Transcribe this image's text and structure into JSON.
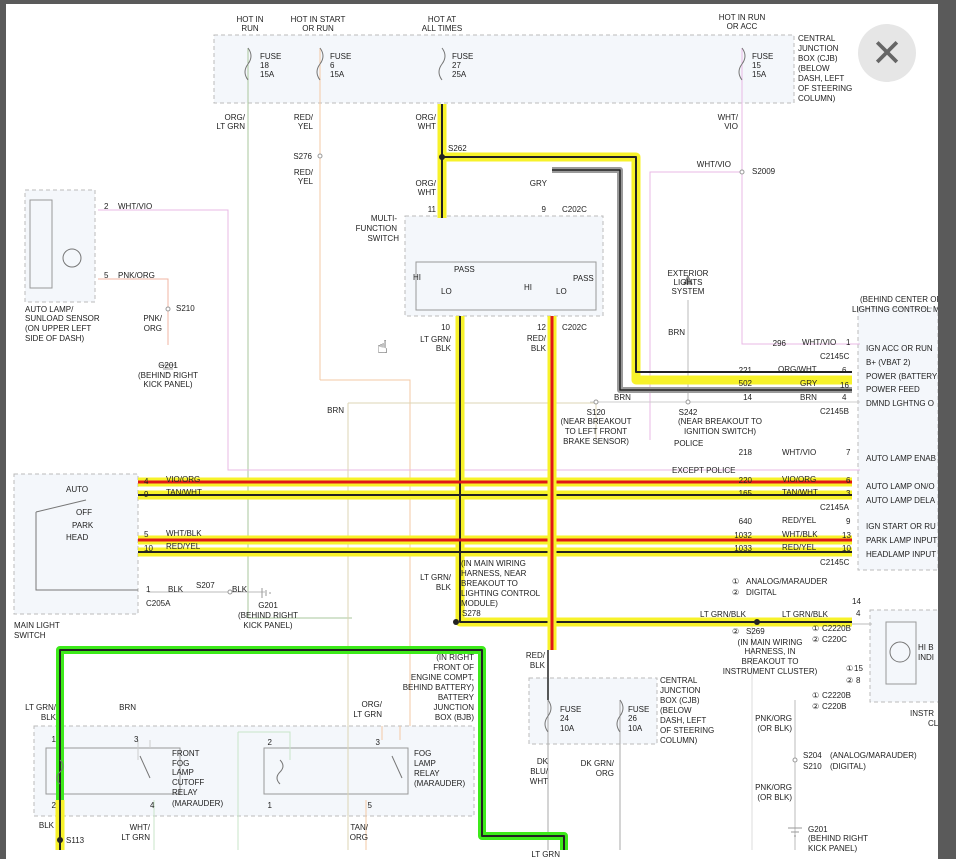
{
  "ui": {
    "close_glyph": "✕",
    "cursor_glyph": "☝"
  },
  "colors": {
    "highlight_yellow": "#f7f22a",
    "highlight_red": "#e01818",
    "highlight_green": "#3dea1a",
    "highlight_gray": "#9a9a9a",
    "wire": "#222222"
  },
  "labels": [
    {
      "id": "t1",
      "text": "HOT IN"
    },
    {
      "id": "t2",
      "text": "RUN"
    },
    {
      "id": "t3",
      "text": "HOT IN START"
    },
    {
      "id": "t4",
      "text": "OR RUN"
    },
    {
      "id": "t5",
      "text": "HOT AT"
    },
    {
      "id": "t6",
      "text": "ALL TIMES"
    },
    {
      "id": "t7",
      "text": "HOT IN RUN"
    },
    {
      "id": "t8",
      "text": "OR ACC"
    },
    {
      "id": "f18a",
      "text": "FUSE"
    },
    {
      "id": "f18b",
      "text": "18"
    },
    {
      "id": "f18c",
      "text": "15A"
    },
    {
      "id": "f6a",
      "text": "FUSE"
    },
    {
      "id": "f6b",
      "text": "6"
    },
    {
      "id": "f6c",
      "text": "15A"
    },
    {
      "id": "f27a",
      "text": "FUSE"
    },
    {
      "id": "f27b",
      "text": "27"
    },
    {
      "id": "f27c",
      "text": "25A"
    },
    {
      "id": "f15a",
      "text": "FUSE"
    },
    {
      "id": "f15b",
      "text": "15"
    },
    {
      "id": "f15c",
      "text": "15A"
    },
    {
      "id": "cjb1",
      "text": "CENTRAL"
    },
    {
      "id": "cjb2",
      "text": "JUNCTION"
    },
    {
      "id": "cjb3",
      "text": "BOX (CJB)"
    },
    {
      "id": "cjb4",
      "text": "(BELOW"
    },
    {
      "id": "cjb5",
      "text": "DASH, LEFT"
    },
    {
      "id": "cjb6",
      "text": "OF STEERING"
    },
    {
      "id": "cjb7",
      "text": "COLUMN)"
    },
    {
      "id": "w1",
      "text": "ORG/"
    },
    {
      "id": "w2",
      "text": "LT GRN"
    },
    {
      "id": "w3",
      "text": "RED/"
    },
    {
      "id": "w4",
      "text": "YEL"
    },
    {
      "id": "w5",
      "text": "ORG/"
    },
    {
      "id": "w6",
      "text": "WHT"
    },
    {
      "id": "w7",
      "text": "WHT/"
    },
    {
      "id": "w8",
      "text": "VIO"
    },
    {
      "id": "s262",
      "text": "S262"
    },
    {
      "id": "s276",
      "text": "S276"
    },
    {
      "id": "w9",
      "text": "RED/"
    },
    {
      "id": "w10",
      "text": "YEL"
    },
    {
      "id": "w11",
      "text": "WHT/VIO"
    },
    {
      "id": "s2009",
      "text": "S2009"
    },
    {
      "id": "w12",
      "text": "ORG/"
    },
    {
      "id": "w13",
      "text": "WHT"
    },
    {
      "id": "w14",
      "text": "GRY"
    },
    {
      "id": "p2",
      "text": "2"
    },
    {
      "id": "w15",
      "text": "WHT/VIO"
    },
    {
      "id": "p5",
      "text": "5"
    },
    {
      "id": "w16",
      "text": "PNK/ORG"
    },
    {
      "id": "als1",
      "text": "AUTO LAMP/"
    },
    {
      "id": "als2",
      "text": "SUNLOAD SENSOR"
    },
    {
      "id": "als3",
      "text": "(ON UPPER LEFT"
    },
    {
      "id": "als4",
      "text": "SIDE OF DASH)"
    },
    {
      "id": "w17",
      "text": "PNK/"
    },
    {
      "id": "w18",
      "text": "ORG"
    },
    {
      "id": "s210",
      "text": "S210"
    },
    {
      "id": "g1",
      "text": "G201"
    },
    {
      "id": "g2",
      "text": "(BEHIND RIGHT"
    },
    {
      "id": "g3",
      "text": "KICK PANEL)"
    },
    {
      "id": "mfs1",
      "text": "MULTI-"
    },
    {
      "id": "mfs2",
      "text": "FUNCTION"
    },
    {
      "id": "mfs3",
      "text": "SWITCH"
    },
    {
      "id": "p11",
      "text": "11"
    },
    {
      "id": "p9",
      "text": "9"
    },
    {
      "id": "c202c",
      "text": "C202C"
    },
    {
      "id": "hi1",
      "text": "HI"
    },
    {
      "id": "pass1",
      "text": "PASS"
    },
    {
      "id": "lo1",
      "text": "LO"
    },
    {
      "id": "hi2",
      "text": "HI"
    },
    {
      "id": "lo2",
      "text": "LO"
    },
    {
      "id": "pass2",
      "text": "PASS"
    },
    {
      "id": "p10",
      "text": "10"
    },
    {
      "id": "p12",
      "text": "12"
    },
    {
      "id": "c202c2",
      "text": "C202C"
    },
    {
      "id": "w19",
      "text": "LT GRN/"
    },
    {
      "id": "w20",
      "text": "BLK"
    },
    {
      "id": "w21",
      "text": "RED/"
    },
    {
      "id": "w22",
      "text": "BLK"
    },
    {
      "id": "els1",
      "text": "EXTERIOR"
    },
    {
      "id": "els2",
      "text": "LIGHTS"
    },
    {
      "id": "els3",
      "text": "SYSTEM"
    },
    {
      "id": "brn1",
      "text": "BRN"
    },
    {
      "id": "lcm1",
      "text": "(BEHIND CENTER OF"
    },
    {
      "id": "lcm2",
      "text": "LIGHTING CONTROL M"
    },
    {
      "id": "n296",
      "text": "296"
    },
    {
      "id": "w23",
      "text": "WHT/VIO"
    },
    {
      "id": "pn1",
      "text": "1"
    },
    {
      "id": "c2145c",
      "text": "C2145C"
    },
    {
      "id": "ig1",
      "text": "IGN ACC OR RUN"
    },
    {
      "id": "bp",
      "text": "B+ (VBAT 2)"
    },
    {
      "id": "n221",
      "text": "221"
    },
    {
      "id": "w24",
      "text": "ORG/WHT"
    },
    {
      "id": "pn6",
      "text": "6"
    },
    {
      "id": "pwb",
      "text": "POWER (BATTERY"
    },
    {
      "id": "n502",
      "text": "502"
    },
    {
      "id": "w25",
      "text": "GRY"
    },
    {
      "id": "pn16",
      "text": "16"
    },
    {
      "id": "pwf",
      "text": "POWER FEED"
    },
    {
      "id": "n14",
      "text": "14"
    },
    {
      "id": "w26",
      "text": "BRN"
    },
    {
      "id": "pn4",
      "text": "4"
    },
    {
      "id": "dmnd",
      "text": "DMND LGHTNG O"
    },
    {
      "id": "c2145b",
      "text": "C2145B"
    },
    {
      "id": "brn2",
      "text": "BRN"
    },
    {
      "id": "brn3",
      "text": "BRN"
    },
    {
      "id": "s120",
      "text": "S120"
    },
    {
      "id": "nb1",
      "text": "(NEAR BREAKOUT"
    },
    {
      "id": "nb2",
      "text": "TO LEFT FRONT"
    },
    {
      "id": "nb3",
      "text": "BRAKE SENSOR)"
    },
    {
      "id": "s242",
      "text": "S242"
    },
    {
      "id": "nb4",
      "text": "(NEAR BREAKOUT TO"
    },
    {
      "id": "nb5",
      "text": "IGNITION SWITCH)"
    },
    {
      "id": "pol",
      "text": "POLICE"
    },
    {
      "id": "n218",
      "text": "218"
    },
    {
      "id": "w27",
      "text": "WHT/VIO"
    },
    {
      "id": "pn7",
      "text": "7"
    },
    {
      "id": "ale",
      "text": "AUTO LAMP ENAB"
    },
    {
      "id": "exp",
      "text": "EXCEPT POLICE"
    },
    {
      "id": "auto",
      "text": "AUTO"
    },
    {
      "id": "pn4b",
      "text": "4"
    },
    {
      "id": "w28",
      "text": "VIO/ORG"
    },
    {
      "id": "pn9b",
      "text": "9"
    },
    {
      "id": "w29",
      "text": "TAN/WHT"
    },
    {
      "id": "n220",
      "text": "220"
    },
    {
      "id": "w30",
      "text": "VIO/ORG"
    },
    {
      "id": "pn6b",
      "text": "6"
    },
    {
      "id": "alo",
      "text": "AUTO LAMP ON/O"
    },
    {
      "id": "n165",
      "text": "165"
    },
    {
      "id": "w31",
      "text": "TAN/WHT"
    },
    {
      "id": "pn3",
      "text": "3"
    },
    {
      "id": "ald",
      "text": "AUTO LAMP DELA"
    },
    {
      "id": "c2145a",
      "text": "C2145A"
    },
    {
      "id": "off",
      "text": "OFF"
    },
    {
      "id": "park",
      "text": "PARK"
    },
    {
      "id": "head",
      "text": "HEAD"
    },
    {
      "id": "n640",
      "text": "640"
    },
    {
      "id": "w32",
      "text": "RED/YEL"
    },
    {
      "id": "pn9c",
      "text": "9"
    },
    {
      "id": "igs",
      "text": "IGN START OR RU"
    },
    {
      "id": "pn5b",
      "text": "5"
    },
    {
      "id": "w33",
      "text": "WHT/BLK"
    },
    {
      "id": "n1032",
      "text": "1032"
    },
    {
      "id": "w34",
      "text": "WHT/BLK"
    },
    {
      "id": "pn13",
      "text": "13"
    },
    {
      "id": "pli",
      "text": "PARK LAMP INPUT"
    },
    {
      "id": "pn10b",
      "text": "10"
    },
    {
      "id": "w35",
      "text": "RED/YEL"
    },
    {
      "id": "n1033",
      "text": "1033"
    },
    {
      "id": "w36",
      "text": "RED/YEL"
    },
    {
      "id": "pn10c",
      "text": "10"
    },
    {
      "id": "hli",
      "text": "HEADLAMP INPUT"
    },
    {
      "id": "c2145c2",
      "text": "C2145C"
    },
    {
      "id": "pn1b",
      "text": "1"
    },
    {
      "id": "w37",
      "text": "BLK"
    },
    {
      "id": "s207",
      "text": "S207"
    },
    {
      "id": "w38",
      "text": "BLK"
    },
    {
      "id": "c205a",
      "text": "C205A"
    },
    {
      "id": "g4",
      "text": "G201"
    },
    {
      "id": "g5",
      "text": "(BEHIND RIGHT"
    },
    {
      "id": "g6",
      "text": "KICK PANEL)"
    },
    {
      "id": "mls1",
      "text": "MAIN LIGHT"
    },
    {
      "id": "mls2",
      "text": "SWITCH"
    },
    {
      "id": "w39",
      "text": "LT GRN/"
    },
    {
      "id": "w40",
      "text": "BLK"
    },
    {
      "id": "imh1",
      "text": "(IN MAIN WIRING"
    },
    {
      "id": "imh2",
      "text": "HARNESS, NEAR"
    },
    {
      "id": "imh3",
      "text": "BREAKOUT TO"
    },
    {
      "id": "imh4",
      "text": "LIGHTING CONTROL"
    },
    {
      "id": "imh5",
      "text": "MODULE)"
    },
    {
      "id": "s278",
      "text": "S278"
    },
    {
      "id": "leg1",
      "text": "ANALOG/MARAUDER"
    },
    {
      "id": "leg1n",
      "text": "①"
    },
    {
      "id": "leg2",
      "text": "DIGITAL"
    },
    {
      "id": "leg2n",
      "text": "②"
    },
    {
      "id": "w41",
      "text": "LT GRN/BLK"
    },
    {
      "id": "w42",
      "text": "LT GRN/BLK"
    },
    {
      "id": "pn14",
      "text": "14"
    },
    {
      "id": "pn4c",
      "text": "4"
    },
    {
      "id": "cc1",
      "text": "C2220B"
    },
    {
      "id": "cc2",
      "text": "C220C"
    },
    {
      "id": "cc1n",
      "text": "①"
    },
    {
      "id": "cc2n",
      "text": "②"
    },
    {
      "id": "s269",
      "text": "S269"
    },
    {
      "id": "s269n",
      "text": "②"
    },
    {
      "id": "imh6",
      "text": "(IN MAIN WIRING"
    },
    {
      "id": "imh7",
      "text": "HARNESS, IN"
    },
    {
      "id": "imh8",
      "text": "BREAKOUT TO"
    },
    {
      "id": "imh9",
      "text": "INSTRUMENT CLUSTER)"
    },
    {
      "id": "hib1",
      "text": "HI B"
    },
    {
      "id": "hib2",
      "text": "INDI"
    },
    {
      "id": "pn15",
      "text": "15"
    },
    {
      "id": "pn8",
      "text": "8"
    },
    {
      "id": "pn15n",
      "text": "①"
    },
    {
      "id": "pn8n",
      "text": "②"
    },
    {
      "id": "cc3",
      "text": "C2220B"
    },
    {
      "id": "cc4",
      "text": "C220B"
    },
    {
      "id": "cc3n",
      "text": "①"
    },
    {
      "id": "cc4n",
      "text": "②"
    },
    {
      "id": "inst1",
      "text": "INSTR"
    },
    {
      "id": "inst2",
      "text": "CL"
    },
    {
      "id": "bjb1",
      "text": "(IN RIGHT"
    },
    {
      "id": "bjb2",
      "text": "FRONT OF"
    },
    {
      "id": "bjb3",
      "text": "ENGINE COMPT,"
    },
    {
      "id": "bjb4",
      "text": "BEHIND BATTERY)"
    },
    {
      "id": "bjb5",
      "text": "BATTERY"
    },
    {
      "id": "bjb6",
      "text": "JUNCTION"
    },
    {
      "id": "bjb7",
      "text": "BOX (BJB)"
    },
    {
      "id": "w43",
      "text": "RED/"
    },
    {
      "id": "w44",
      "text": "BLK"
    },
    {
      "id": "f24a",
      "text": "FUSE"
    },
    {
      "id": "f24b",
      "text": "24"
    },
    {
      "id": "f24c",
      "text": "10A"
    },
    {
      "id": "f26a",
      "text": "FUSE"
    },
    {
      "id": "f26b",
      "text": "26"
    },
    {
      "id": "f26c",
      "text": "10A"
    },
    {
      "id": "cjb8",
      "text": "CENTRAL"
    },
    {
      "id": "cjb9",
      "text": "JUNCTION"
    },
    {
      "id": "cjb10",
      "text": "BOX (CJB)"
    },
    {
      "id": "cjb11",
      "text": "(BELOW"
    },
    {
      "id": "cjb12",
      "text": "DASH, LEFT"
    },
    {
      "id": "cjb13",
      "text": "OF STEERING"
    },
    {
      "id": "cjb14",
      "text": "COLUMN)"
    },
    {
      "id": "w45",
      "text": "PNK/ORG"
    },
    {
      "id": "w46",
      "text": "(OR BLK)"
    },
    {
      "id": "s204",
      "text": "S204"
    },
    {
      "id": "s204b",
      "text": "(ANALOG/MARAUDER)"
    },
    {
      "id": "s210b",
      "text": "S210"
    },
    {
      "id": "s210c",
      "text": "(DIGITAL)"
    },
    {
      "id": "w47",
      "text": "PNK/ORG"
    },
    {
      "id": "w48",
      "text": "(OR BLK)"
    },
    {
      "id": "g7",
      "text": "G201"
    },
    {
      "id": "g8",
      "text": "(BEHIND RIGHT"
    },
    {
      "id": "g9",
      "text": "KICK PANEL)"
    },
    {
      "id": "w49",
      "text": "LT GRN/"
    },
    {
      "id": "w50",
      "text": "BLK"
    },
    {
      "id": "brn4",
      "text": "BRN"
    },
    {
      "id": "w51",
      "text": "ORG/"
    },
    {
      "id": "w52",
      "text": "LT GRN"
    },
    {
      "id": "p3a",
      "text": "3"
    },
    {
      "id": "p1a",
      "text": "1"
    },
    {
      "id": "p2a",
      "text": "2"
    },
    {
      "id": "p4a",
      "text": "4"
    },
    {
      "id": "ffl1",
      "text": "FRONT"
    },
    {
      "id": "ffl2",
      "text": "FOG"
    },
    {
      "id": "ffl3",
      "text": "LAMP"
    },
    {
      "id": "ffl4",
      "text": "CUTOFF"
    },
    {
      "id": "ffl5",
      "text": "RELAY"
    },
    {
      "id": "ffl6",
      "text": "(MARAUDER)"
    },
    {
      "id": "p2b",
      "text": "2"
    },
    {
      "id": "p3b",
      "text": "3"
    },
    {
      "id": "p1b",
      "text": "1"
    },
    {
      "id": "p5b",
      "text": "5"
    },
    {
      "id": "flr1",
      "text": "FOG"
    },
    {
      "id": "flr2",
      "text": "LAMP"
    },
    {
      "id": "flr3",
      "text": "RELAY"
    },
    {
      "id": "flr4",
      "text": "(MARAUDER)"
    },
    {
      "id": "w53",
      "text": "DK"
    },
    {
      "id": "w54",
      "text": "BLU/"
    },
    {
      "id": "w55",
      "text": "WHT"
    },
    {
      "id": "w56",
      "text": "DK GRN/"
    },
    {
      "id": "w57",
      "text": "ORG"
    },
    {
      "id": "w58",
      "text": "BLK"
    },
    {
      "id": "s113",
      "text": "S113"
    },
    {
      "id": "w59",
      "text": "WHT/"
    },
    {
      "id": "w60",
      "text": "LT GRN"
    },
    {
      "id": "w61",
      "text": "TAN/"
    },
    {
      "id": "w62",
      "text": "ORG"
    },
    {
      "id": "w63",
      "text": "LT GRN"
    }
  ]
}
